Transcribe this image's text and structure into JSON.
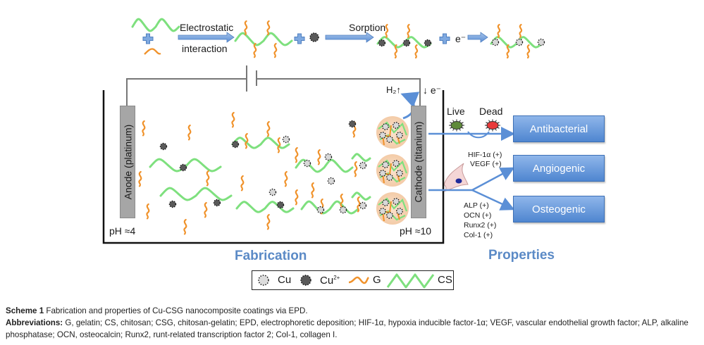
{
  "top_process": {
    "step1_label_line1": "Electrostatic",
    "step1_label_line2": "interaction",
    "step2_label": "Sorption",
    "electron": "e⁻"
  },
  "circuit": {
    "h2_label": "H₂↑",
    "electron_flow": "↓ e⁻"
  },
  "fabrication": {
    "anode_label": "Anode (platinum)",
    "cathode_label": "Cathode (titanium)",
    "anode_ph": "pH ≈4",
    "cathode_ph": "pH ≈10",
    "title": "Fabrication"
  },
  "properties": {
    "title": "Properties",
    "live_label": "Live",
    "dead_label": "Dead",
    "angiogenic_markers": [
      "HIF-1α (+)",
      "VEGF (+)"
    ],
    "osteogenic_markers": [
      "ALP (+)",
      "OCN (+)",
      "Runx2 (+)",
      "Col-1 (+)"
    ],
    "boxes": [
      "Antibacterial",
      "Angiogenic",
      "Osteogenic"
    ],
    "box_color": "#5b8fd6"
  },
  "legend": {
    "cu": "Cu",
    "cu2_base": "Cu",
    "cu2_sup": "2+",
    "g": "G",
    "cs": "CS"
  },
  "colors": {
    "chitosan": "#7ee07e",
    "gelatin": "#f0922b",
    "cu2_particle": "#5a5a5a",
    "cu_particle": "#d8d8d8",
    "arrow_blue": "#5b8fd6",
    "title_blue": "#5b8ac6"
  },
  "caption": {
    "scheme_label": "Scheme 1",
    "scheme_text": " Fabrication and properties of Cu-CSG nanocomposite coatings via EPD.",
    "abbr_label": "Abbreviations:",
    "abbr_text": " G, gelatin; CS, chitosan; CSG, chitosan-gelatin; EPD, electrophoretic deposition; HIF-1α, hypoxia inducible factor-1α; VEGF, vascular endothelial growth factor; ALP, alkaline phosphatase; OCN, osteocalcin; Runx2, runt-related transcription factor 2; Col-1, collagen I."
  }
}
